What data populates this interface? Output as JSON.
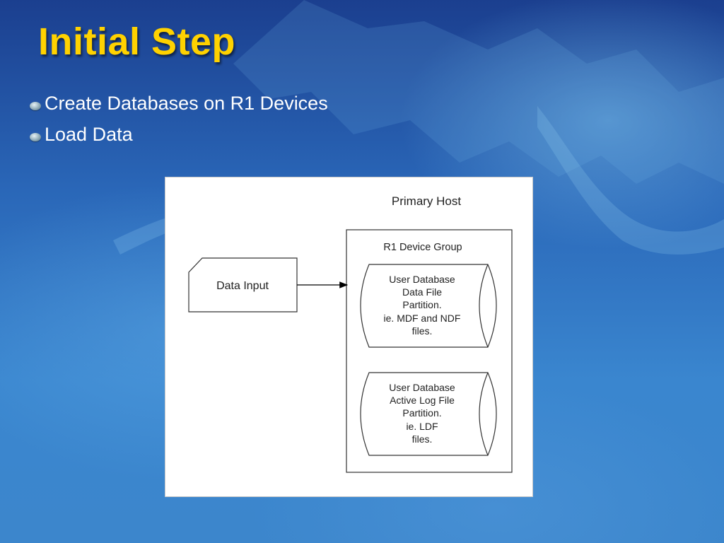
{
  "slide": {
    "title": "Initial Step",
    "bullets": [
      "Create Databases on R1 Devices",
      "Load Data"
    ]
  },
  "diagram": {
    "primary_host_label": "Primary Host",
    "device_group_label": "R1 Device Group",
    "data_input_label": "Data Input",
    "data_partition_lines": [
      "User Database",
      "Data File",
      "Partition.",
      "ie. MDF and NDF",
      "files."
    ],
    "log_partition_lines": [
      "User Database",
      "Active Log File",
      "Partition.",
      "ie. LDF",
      "files."
    ]
  },
  "colors": {
    "title": "#ffd200",
    "bullet_text": "#ffffff",
    "background": "#2a67b8"
  }
}
